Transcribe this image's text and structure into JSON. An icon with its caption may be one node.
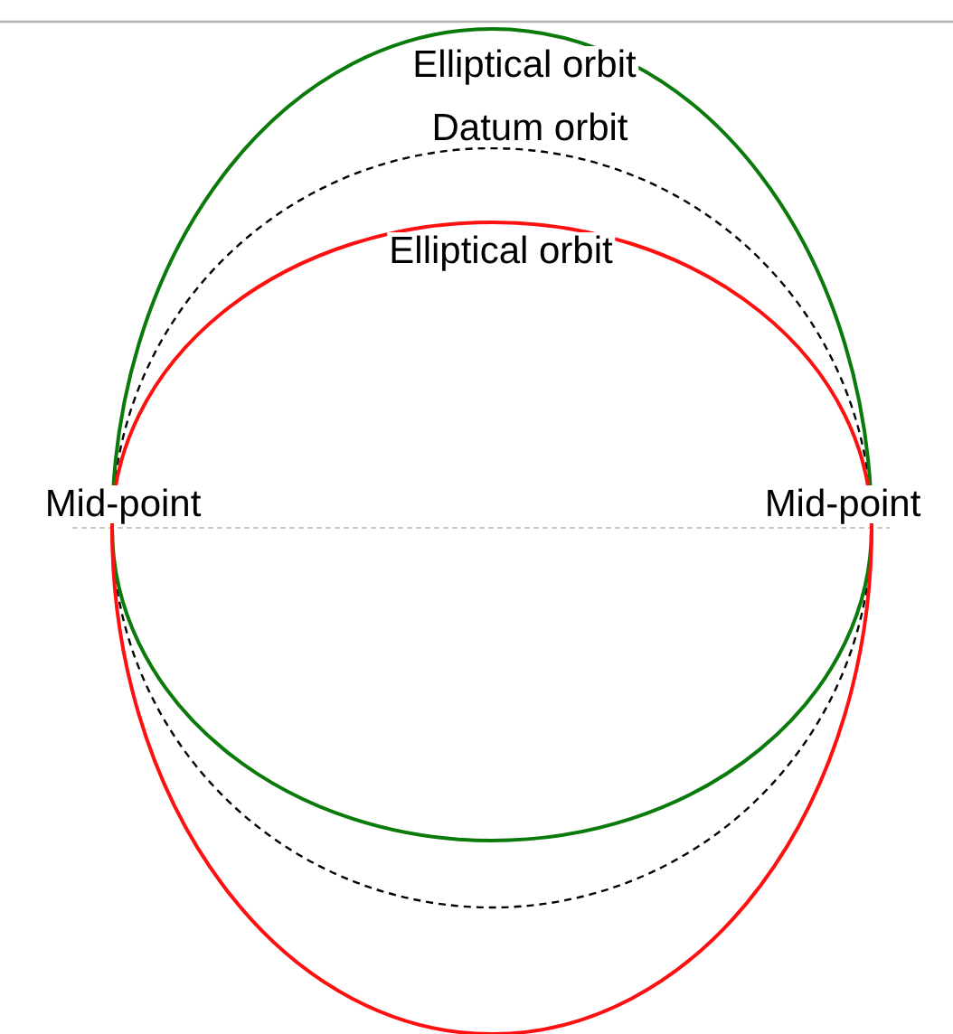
{
  "diagram": {
    "labels": [
      "Elliptical orbit",
      "Datum orbit",
      "Elliptical orbit",
      "Mid-point",
      "Mid-point"
    ]
  }
}
